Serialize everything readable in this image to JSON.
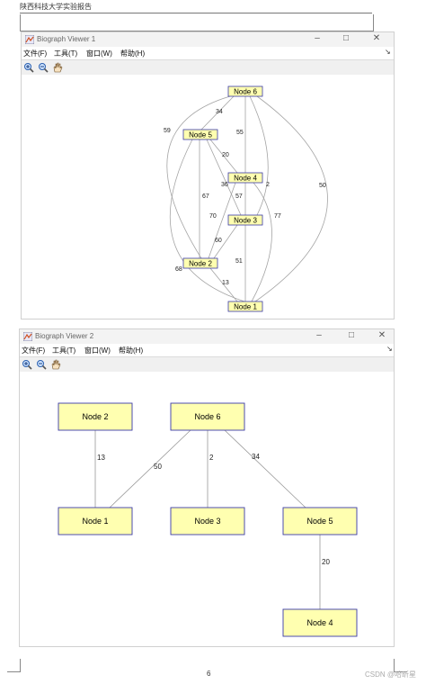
{
  "document": {
    "header_text": "陕西科技大学实验报告",
    "page_number": "6",
    "watermark": "CSDN @哈昕星"
  },
  "window1": {
    "title": "Biograph Viewer 1",
    "menu": [
      "文件(F)",
      "工具(T)",
      "窗口(W)",
      "帮助(H)"
    ],
    "toolbar": [
      "zoom-in-icon",
      "zoom-out-icon",
      "pan-hand-icon"
    ],
    "nodes": [
      "Node 6",
      "Node 5",
      "Node 4",
      "Node 3",
      "Node 2",
      "Node 1"
    ],
    "edge_labels": [
      "34",
      "59",
      "55",
      "20",
      "36",
      "2",
      "50",
      "67",
      "57",
      "70",
      "77",
      "60",
      "51",
      "68",
      "13"
    ]
  },
  "window2": {
    "title": "Biograph Viewer 2",
    "menu": [
      "文件(F)",
      "工具(T)",
      "窗口(W)",
      "帮助(H)"
    ],
    "toolbar": [
      "zoom-in-icon",
      "zoom-out-icon",
      "pan-hand-icon"
    ],
    "nodes": [
      "Node 2",
      "Node 6",
      "Node 1",
      "Node 3",
      "Node 5",
      "Node 4"
    ],
    "edge_labels": [
      "13",
      "50",
      "2",
      "34",
      "20"
    ]
  },
  "colors": {
    "node_fill": "#ffffb0",
    "node_border": "#3a3aa8",
    "edge": "#9a9a9a"
  }
}
